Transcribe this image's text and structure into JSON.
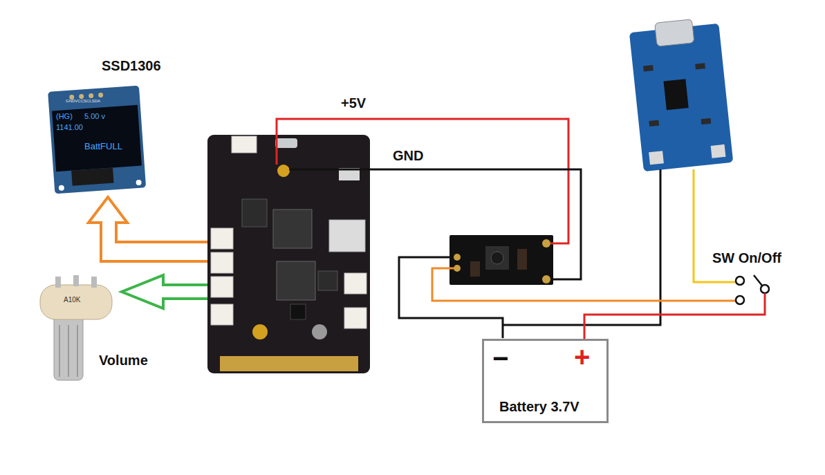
{
  "diagram": {
    "nodes": [
      {
        "text": [
          "−",
          "+",
          "Battery 3.7V"
        ]
      },
      {
        "text": [
          "SW On/Off"
        ]
      }
    ],
    "edges": [
      {
        "from": 0,
        "to": 1,
        "arrow": "none"
      }
    ],
    "labels": [
      "SSD1306",
      "GNDVCCSCLSDA",
      "(HG)",
      "5.00 v",
      "1141.00",
      "BattFULL",
      "+5V",
      "GND",
      "Volume",
      "A10K"
    ]
  }
}
